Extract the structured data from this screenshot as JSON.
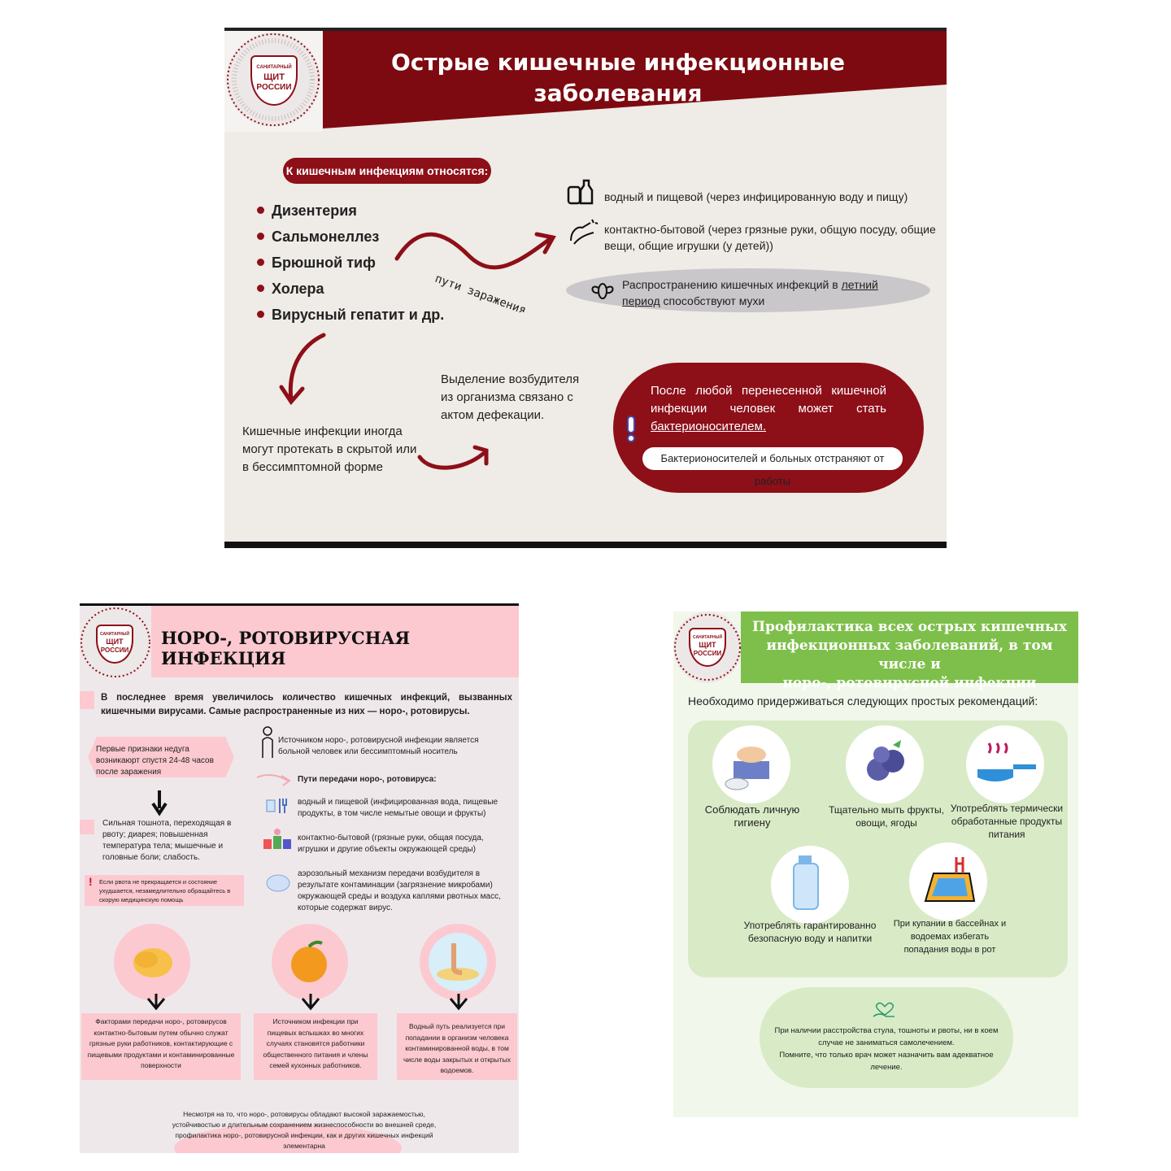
{
  "top": {
    "title": "Острые кишечные инфекционные\nзаболевания",
    "logo": {
      "line1": "САНИТАРНЫЙ",
      "line2": "ЩИТ",
      "line3": "РОССИИ"
    },
    "intro_pill": "К кишечным инфекциям относятся:",
    "diseases": [
      "Дизентерия",
      "Сальмонеллез",
      "Брюшной тиф",
      "Холера",
      "Вирусный гепатит и др."
    ],
    "routes_label": "пути заражения",
    "route_water_food": "водный и пищевой  (через инфицированную воду и пищу)",
    "route_contact": "контактно-бытовой (через грязные руки, общую посуду, общие вещи, общие игрушки (у детей))",
    "flies_text_1": "Распространению кишечных инфекций в ",
    "flies_text_underlined": "летний период",
    "flies_text_2": " способствуют мухи",
    "hidden_form": "Кишечные инфекции иногда могут протекать в скрытой или в бессимптомной форме",
    "defecation": "Выделение возбудителя из организма связано с актом дефекации.",
    "carrier_text": "После любой перенесенной кишечной инфекции человек может стать ",
    "carrier_underlined": "бактерионосителем.",
    "carrier_pill": "Бактерионосителей и больных отстраняют от работы",
    "icons": {
      "water": "bottle-glass-icon",
      "hands": "washing-hands-icon",
      "fly": "fly-icon",
      "alert": "exclamation-icon"
    }
  },
  "bl": {
    "title": "НОРО-, РОТОВИРУСНАЯ ИНФЕКЦИЯ",
    "intro": "В последнее время увеличилось количество кишечных инфекций, вызванных кишечными вирусами. Самые распространенные из них — норо-, ротовирусы.",
    "first_signs": "Первые признаки недуга возникаюрт спустя 24-48 часов после заражения",
    "symptoms": "Сильная тошнота, переходящая в рвоту; диарея; повышенная температура тела; мышечные и головные боли; слабость.",
    "warning": "Если рвота не прекращается и состояние ухудшается, незамедлительно обращайтесь в скорую медицинскую помощь",
    "source": "Источником норо-, ротовирусной инфекции является больной человек или бессимптомный носитель",
    "routes_title": "Пути передачи норо-, ротовируса:",
    "route_1": "водный и пищевой (инфицированная вода, пищевые продукты, в том числе немытые овощи и фрукты)",
    "route_2": "контактно-бытовой (грязные руки, общая посуда, игрушки и другие объекты окружающей среды)",
    "route_3": "аэрозольный механизм передачи возбудителя в результате контаминации (загрязнение микробами) окружающей среды и воздуха каплями рвотных масс, которые содержат вирус.",
    "factor_1": "Факторами передачи норо-, ротовирусов контактно-бытовым путем обычно служат грязные руки работников, контактирующие с пищевыми продуктами и контаминированные поверхности",
    "factor_2": "Источником инфекции при пищевых вспышках во многих случаях становятся работники общественного питания и члены семей кухонных работников.",
    "factor_3": "Водный путь реализуется при попадании в организм человека контаминированной воды, в том числе воды закрытых и открытых водоемов.",
    "footer": "Несмотря на то, что норо-, ротовирусы обладают высокой заражаемостью, устойчивостью и длительным сохранением жизнеспособности во внешней среде, профилактика норо-, ротовирусной инфекции, как и других кишечных инфекций элементарна"
  },
  "br": {
    "title": "Профилактика всех острых кишечных\nинфекционных заболеваний, в том числе и\nноро-, ротовирусной инфекции",
    "lead": "Необходимо придерживаться следующих простых рекомендаций:",
    "recs": [
      {
        "label": "Соблюдать личную гигиену",
        "icon": "washing-hands-icon"
      },
      {
        "label": "Тщательно мыть фрукты, овощи, ягоды",
        "icon": "berries-icon"
      },
      {
        "label": "Употреблять термически обработанные продукты питания",
        "icon": "frying-pan-icon"
      },
      {
        "label": "Употреблять гарантированно безопасную воду и напитки",
        "icon": "water-bottle-icon"
      },
      {
        "label": "При купании в бассейнах и водоемах избегать попадания воды в рот",
        "icon": "pool-icon"
      }
    ],
    "note": "При наличии расстройства стула, тошноты и рвоты, ни в коем случае не заниматься самолечением.\nПомните, что только врач может назначить вам адекватное лечение."
  }
}
